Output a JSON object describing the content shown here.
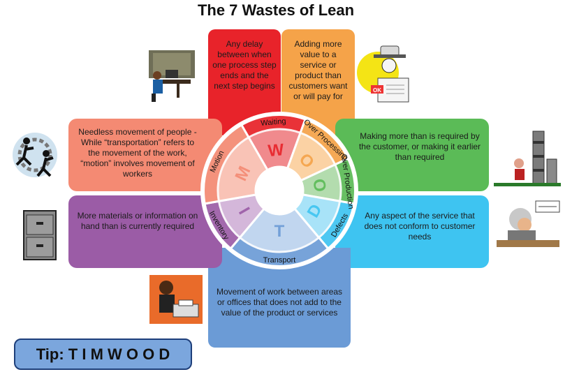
{
  "title": "The 7 Wastes of Lean",
  "wastes": [
    {
      "name": "Waiting",
      "letter": "W",
      "color": "#e8232a",
      "description": "Any delay between when one process step ends and the next step begins"
    },
    {
      "name": "Over Processing",
      "letter": "O",
      "color": "#f5a349",
      "description": "Adding more value to a service or product than customers want or will pay for"
    },
    {
      "name": "Over Production",
      "letter": "O",
      "color": "#5bbb57",
      "description": "Making more than is required by the customer, or making it earlier than required"
    },
    {
      "name": "Defects",
      "letter": "D",
      "color": "#3ec4f1",
      "description": "Any aspect of the service that does not conform to customer needs"
    },
    {
      "name": "Transport",
      "letter": "T",
      "color": "#6b9bd6",
      "description": "Movement of work between areas or offices that does not add to the value of the product or services"
    },
    {
      "name": "Inventory",
      "letter": "I",
      "color": "#9b5ca6",
      "description": "More materials or information on hand than is currently required"
    },
    {
      "name": "Motion",
      "letter": "M",
      "color": "#f48a73",
      "description": "Needless movement of people - While “transportation” refers to the movement of the work, “motion” involves movement of workers"
    }
  ],
  "clipart": [
    {
      "name": "waiting-worker-clipart"
    },
    {
      "name": "inspector-clipart",
      "stamp_text": "OK"
    },
    {
      "name": "stacked-boxes-clipart"
    },
    {
      "name": "stressed-worker-clipart"
    },
    {
      "name": "printer-worker-clipart"
    },
    {
      "name": "file-cabinet-clipart"
    },
    {
      "name": "running-people-clipart"
    }
  ],
  "tip": "Tip: T I M W O O D"
}
